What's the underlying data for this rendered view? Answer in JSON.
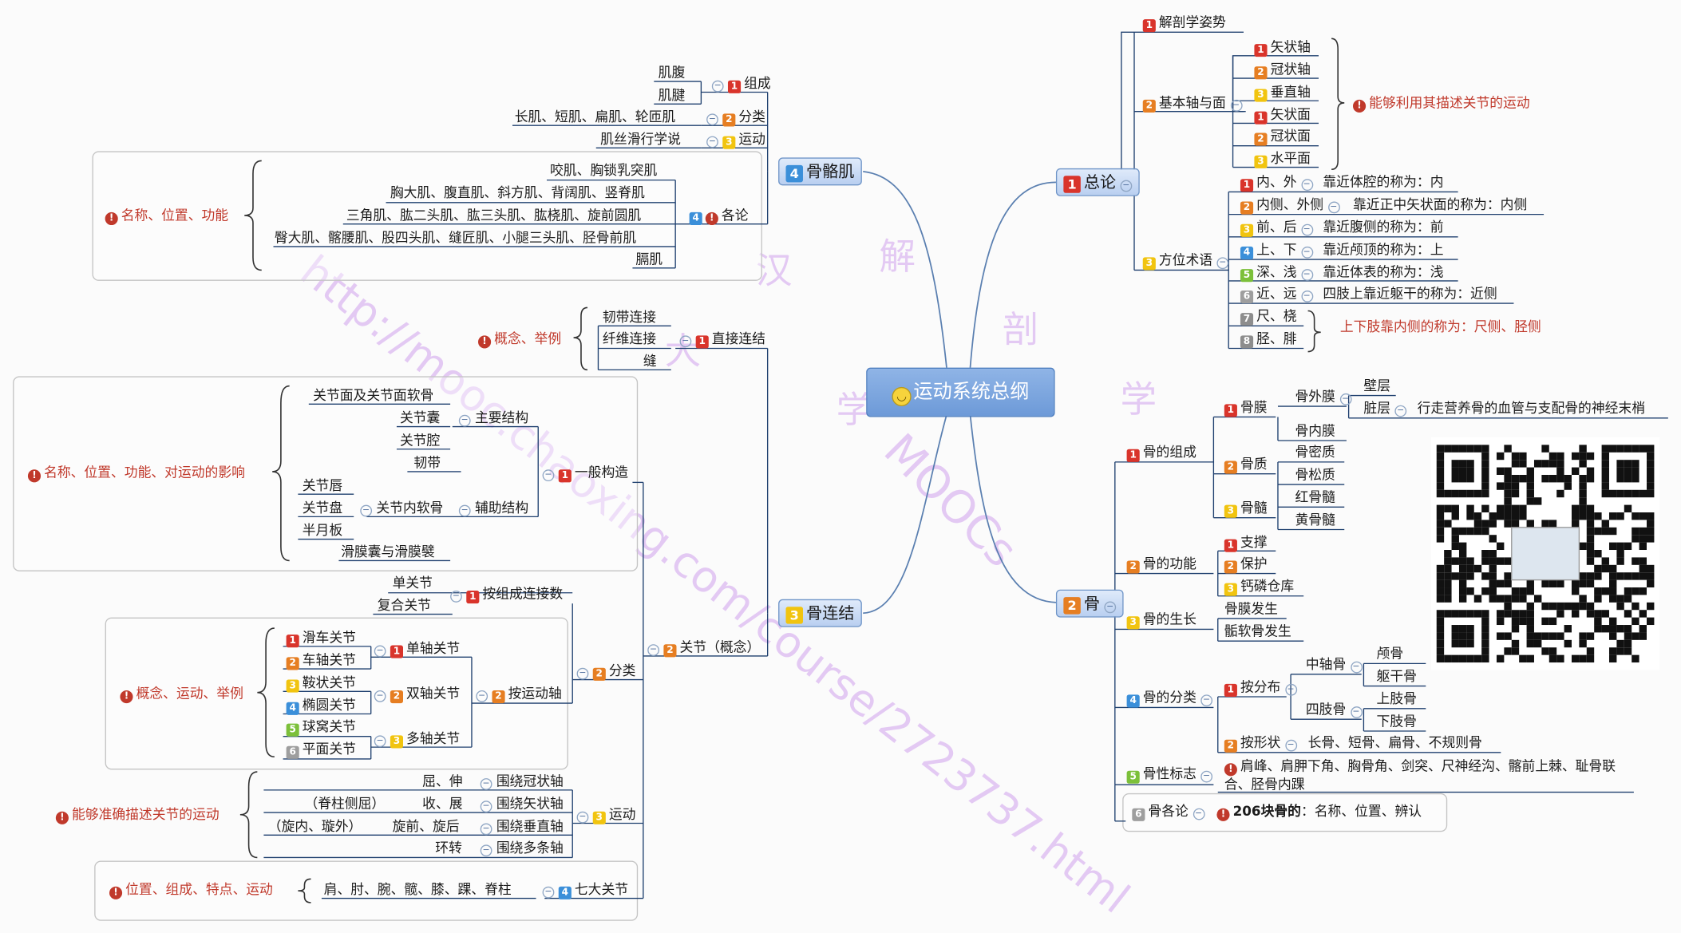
{
  "center_title": "运动系统总纲",
  "watermark": {
    "url": "http://mooc.chaoxing.com/course/2723737.html",
    "chars": [
      "解",
      "剖",
      "学",
      "大",
      "学",
      "汉"
    ],
    "mooc": "MOOCs"
  },
  "zonglun": {
    "title": "总论",
    "anatomical_position": "解剖学姿势",
    "axes_planes": "基本轴与面",
    "axes": [
      "矢状轴",
      "冠状轴",
      "垂直轴"
    ],
    "planes": [
      "矢状面",
      "冠状面",
      "水平面"
    ],
    "axes_note": "能够利用其描述关节的运动",
    "directional_terms": "方位术语",
    "terms": [
      {
        "term": "内、外",
        "desc": "靠近体腔的称为：内"
      },
      {
        "term": "内侧、外侧",
        "desc": "靠近正中矢状面的称为：内侧"
      },
      {
        "term": "前、后",
        "desc": "靠近腹侧的称为：前"
      },
      {
        "term": "上、下",
        "desc": "靠近颅顶的称为：上"
      },
      {
        "term": "深、浅",
        "desc": "靠近体表的称为：浅"
      },
      {
        "term": "近、远",
        "desc": "四肢上靠近躯干的称为：近侧"
      },
      {
        "term": "尺、桡",
        "desc": ""
      },
      {
        "term": "胫、腓",
        "desc": ""
      }
    ],
    "limb_note": "上下肢靠内侧的称为：尺侧、胫侧"
  },
  "gu": {
    "title": "骨",
    "composition": "骨的组成",
    "periosteum": "骨膜",
    "outer_periosteum": "骨外膜",
    "wall_layer": "壁层",
    "visceral_layer": "脏层",
    "visceral_desc": "行走营养骨的血管与支配骨的神经末梢",
    "endosteum": "骨内膜",
    "bone_substance": "骨质",
    "compact": "骨密质",
    "spongy": "骨松质",
    "marrow": "骨髓",
    "red_marrow": "红骨髓",
    "yellow_marrow": "黄骨髓",
    "function": "骨的功能",
    "functions": [
      "支撑",
      "保护",
      "钙磷仓库"
    ],
    "growth": "骨的生长",
    "growths": [
      "骨膜发生",
      "骺软骨发生"
    ],
    "classification": "骨的分类",
    "by_distribution": "按分布",
    "axial": "中轴骨",
    "skull": "颅骨",
    "trunk": "躯干骨",
    "limbs": "四肢骨",
    "upper": "上肢骨",
    "lower": "下肢骨",
    "by_shape": "按形状",
    "shapes": "长骨、短骨、扁骨、不规则骨",
    "landmarks": "骨性标志",
    "landmarks_desc": "肩峰、肩胛下角、胸骨角、剑突、尺神经沟、髂前上棘、耻骨联合、胫骨内踝",
    "specific": "骨各论",
    "specific_bold": "206块骨的",
    "specific_desc": "：名称、位置、辨认"
  },
  "lianjie": {
    "title": "骨连结",
    "direct": "直接连结",
    "direct_items": [
      "韧带连接",
      "纤维连接",
      "缝"
    ],
    "direct_note": "概念、举例",
    "joint": "关节（概念）",
    "general": "一般构造",
    "general_note": "名称、位置、功能、对运动的影响",
    "surface": "关节面及关节面软骨",
    "main_struct": "主要结构",
    "capsule": "关节囊",
    "cavity": "关节腔",
    "aux_struct": "辅助结构",
    "ligament": "韧带",
    "intra_cartilage": "关节内软骨",
    "labrum": "关节唇",
    "disc": "关节盘",
    "meniscus": "半月板",
    "synovial": "滑膜囊与滑膜襞",
    "classify": "分类",
    "by_count": "按组成连接数",
    "simple": "单关节",
    "compound": "复合关节",
    "by_axis": "按运动轴",
    "uniaxial": "单轴关节",
    "biaxial": "双轴关节",
    "multiaxial": "多轴关节",
    "axis_types": [
      "滑车关节",
      "车轴关节",
      "鞍状关节",
      "椭圆关节",
      "球窝关节",
      "平面关节"
    ],
    "axis_note": "概念、运动、举例",
    "motion": "运动",
    "motion_note": "能够准确描述关节的运动",
    "motions": [
      {
        "pre": "",
        "act": "屈、伸",
        "axis": "围绕冠状轴"
      },
      {
        "pre": "（脊柱侧屈）",
        "act": "收、展",
        "axis": "围绕矢状轴"
      },
      {
        "pre": "（旋内、璇外）",
        "act": "旋前、旋后",
        "axis": "围绕垂直轴"
      },
      {
        "pre": "",
        "act": "环转",
        "axis": "围绕多条轴"
      }
    ],
    "seven": "七大关节",
    "seven_desc": "肩、肘、腕、髋、膝、踝、脊柱",
    "seven_note": "位置、组成、特点、运动"
  },
  "jirou": {
    "title": "骨骼肌",
    "composition": "组成",
    "belly": "肌腹",
    "tendon": "肌腱",
    "shape": "分类",
    "shape_desc": "长肌、短肌、扁肌、轮匝肌",
    "movement": "运动",
    "movement_desc": "肌丝滑行学说",
    "specific": "各论",
    "muscles": [
      "咬肌、胸锁乳突肌",
      "胸大肌、腹直肌、斜方肌、背阔肌、竖脊肌",
      "三角肌、肱二头肌、肱三头肌、肱桡肌、旋前圆肌",
      "臀大肌、髂腰肌、股四头肌、缝匠肌、小腿三头肌、胫骨前肌",
      "膈肌"
    ],
    "specific_note": "名称、位置、功能"
  },
  "colors": {
    "line": "#1e3f6e",
    "curve": "#5a7fb0",
    "accent": "#c0392b"
  }
}
